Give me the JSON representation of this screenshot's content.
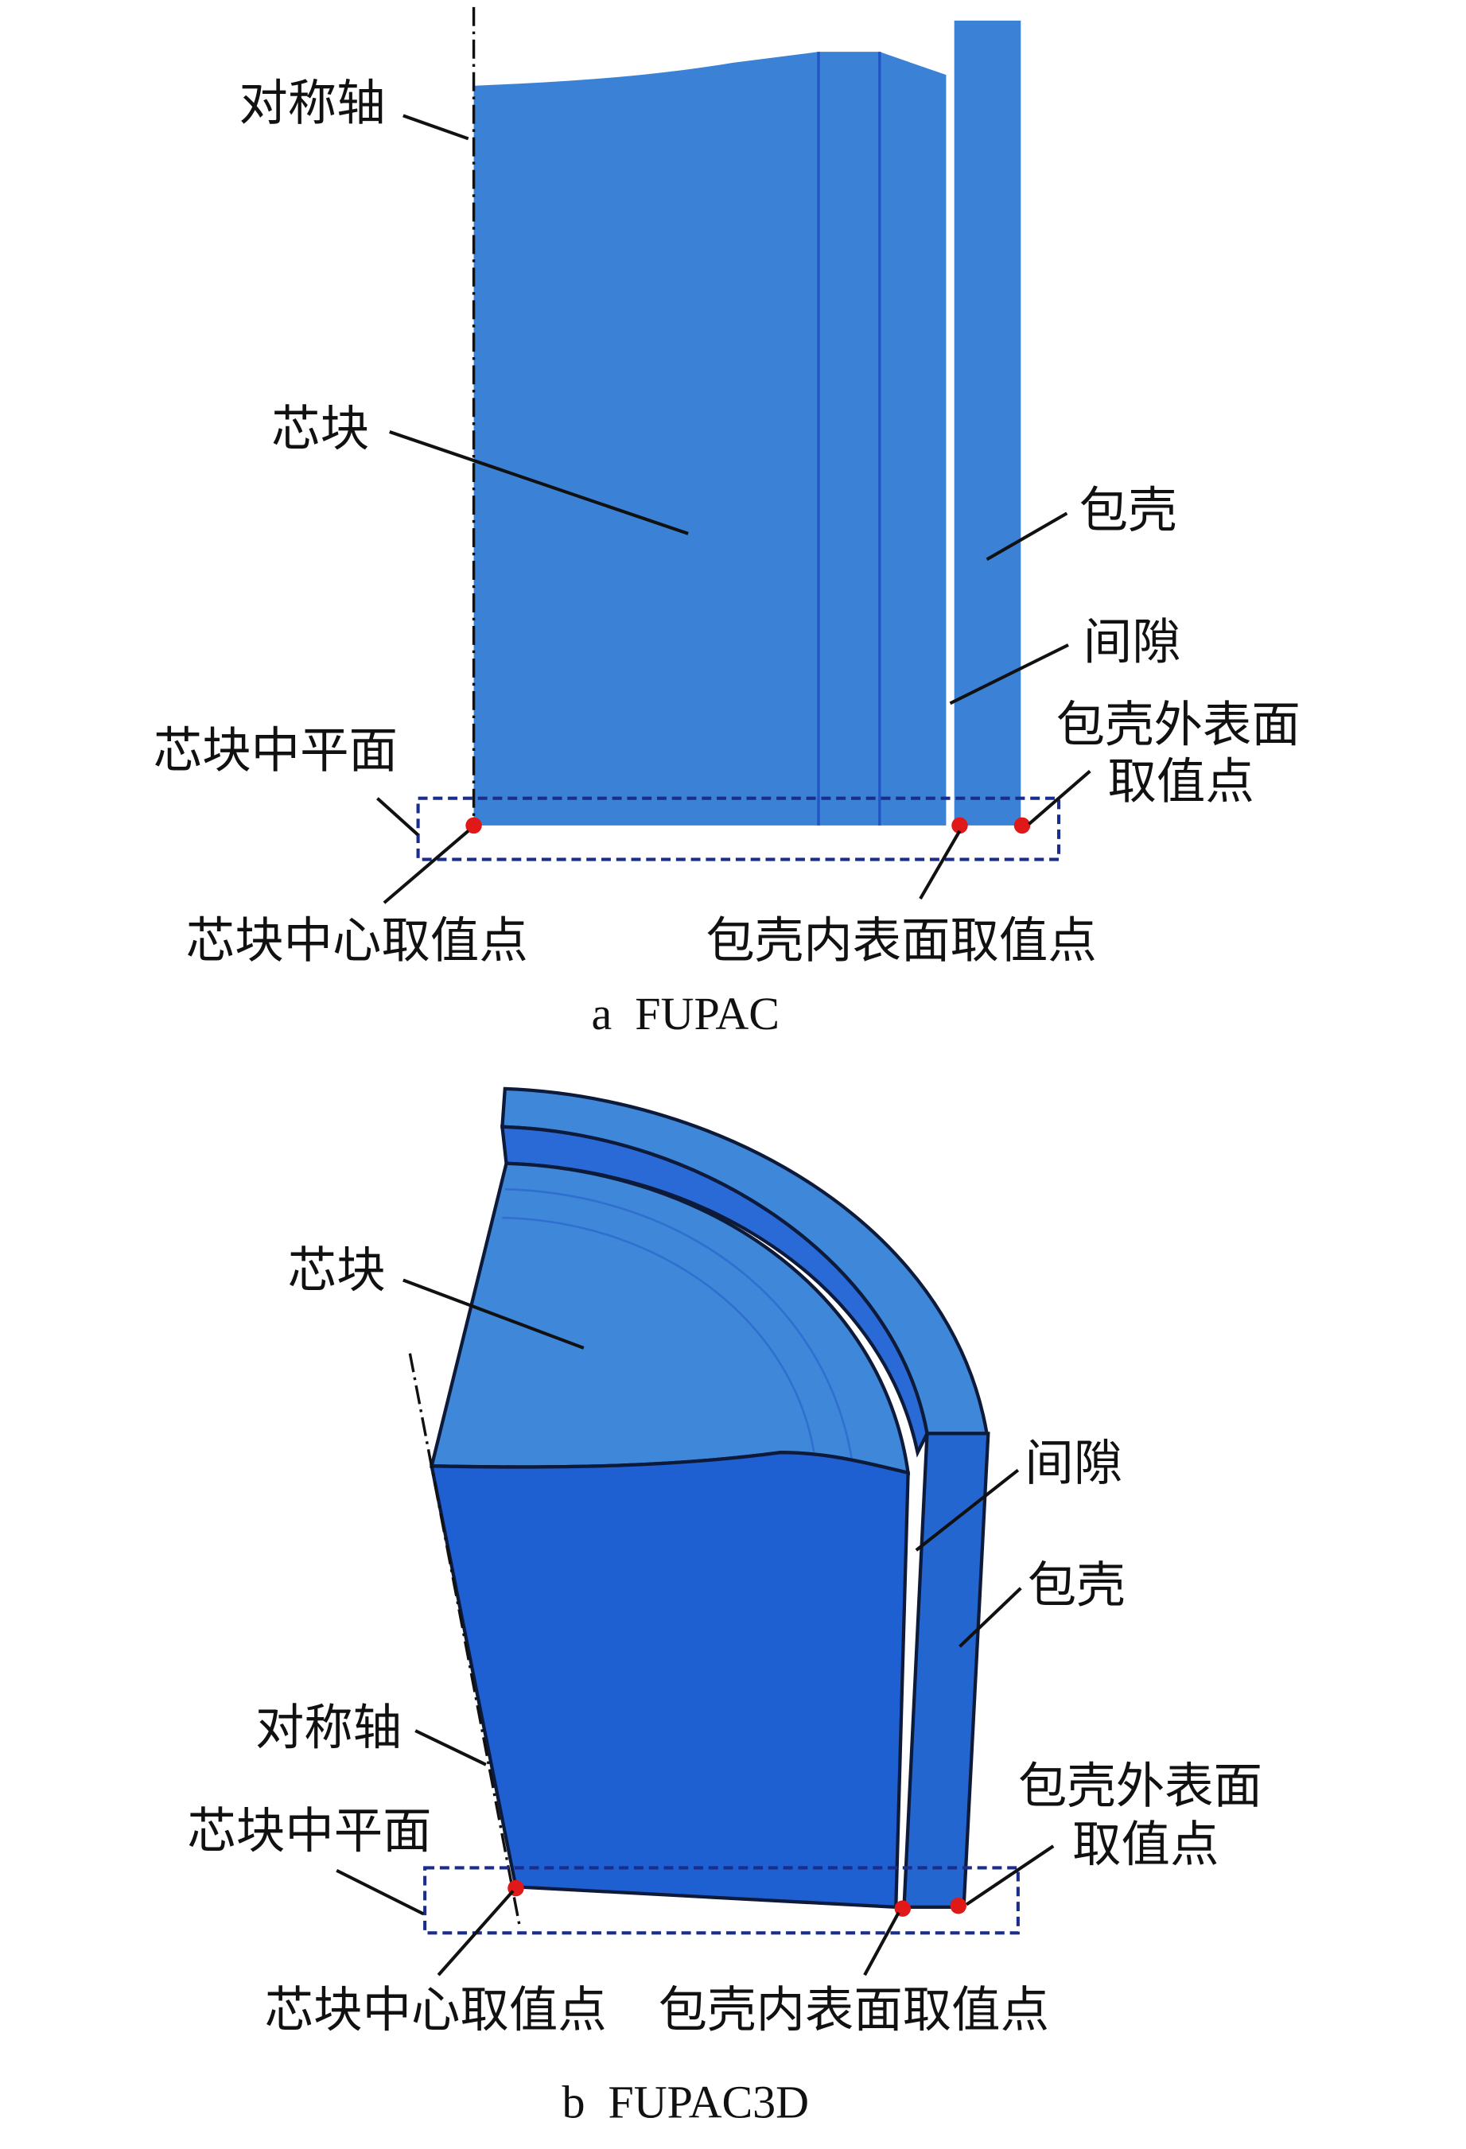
{
  "colors": {
    "pellet_2d": "#3b82d6",
    "pellet_top_3d": "#3f87d8",
    "pellet_front_3d": "#1e5fd2",
    "cladding_front_3d": "#2466d0",
    "sample_point": "#e01818",
    "dashed_box": "#1a2d8a"
  },
  "panel_a": {
    "caption": "a  FUPAC",
    "labels": {
      "axis": "对称轴",
      "pellet": "芯块",
      "cladding": "包壳",
      "gap": "间隙",
      "clad_outer_line1": "包壳外表面",
      "clad_outer_line2": "取值点",
      "pellet_midplane": "芯块中平面",
      "pellet_center_point": "芯块中心取值点",
      "clad_inner_point": "包壳内表面取值点"
    }
  },
  "panel_b": {
    "caption": "b  FUPAC3D",
    "labels": {
      "pellet": "芯块",
      "gap": "间隙",
      "cladding": "包壳",
      "axis": "对称轴",
      "pellet_midplane": "芯块中平面",
      "clad_outer_line1": "包壳外表面",
      "clad_outer_line2": "取值点",
      "pellet_center_point": "芯块中心取值点",
      "clad_inner_point": "包壳内表面取值点"
    }
  }
}
